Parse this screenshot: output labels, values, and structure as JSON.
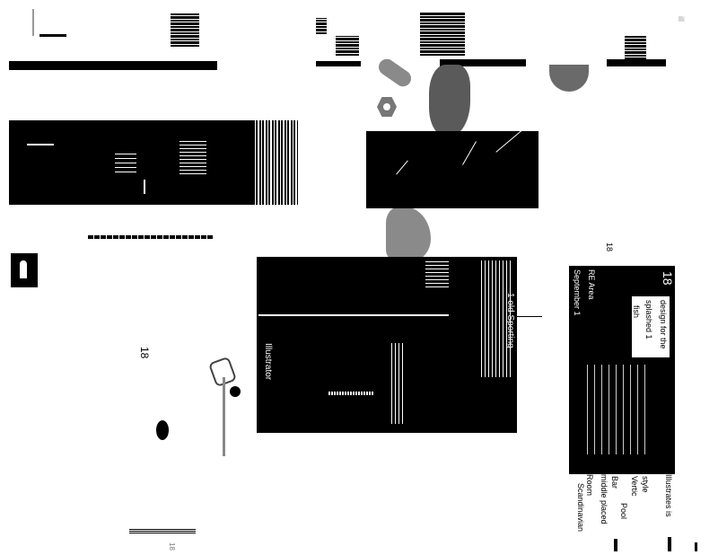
{
  "page_numbers": {
    "left_page": "18",
    "right_page": "18",
    "small_right": "18"
  },
  "edge_marks": {
    "top_right": "ill"
  },
  "right_column": {
    "header": "18",
    "lines": [
      "RE Area",
      "September 1",
      "design for the",
      "splashed 1",
      "fish",
      "Illustrates is",
      "style",
      "Vertic",
      "Bar",
      "Pool",
      "middle placed",
      "Room",
      "Scandinavian"
    ]
  },
  "center_block": {
    "lines": [
      "1 old Sporting",
      "Illustrator"
    ]
  },
  "colors": {
    "ink": "#000000",
    "paper": "#ffffff",
    "photo_grey": "#8a8a8a",
    "photo_dark": "#5a5a5a"
  },
  "icons": {
    "logo": "golfer-logo-icon",
    "putter": "golf-putter-icon",
    "wrench": "wrench-icon",
    "nut": "hex-nut-icon"
  }
}
